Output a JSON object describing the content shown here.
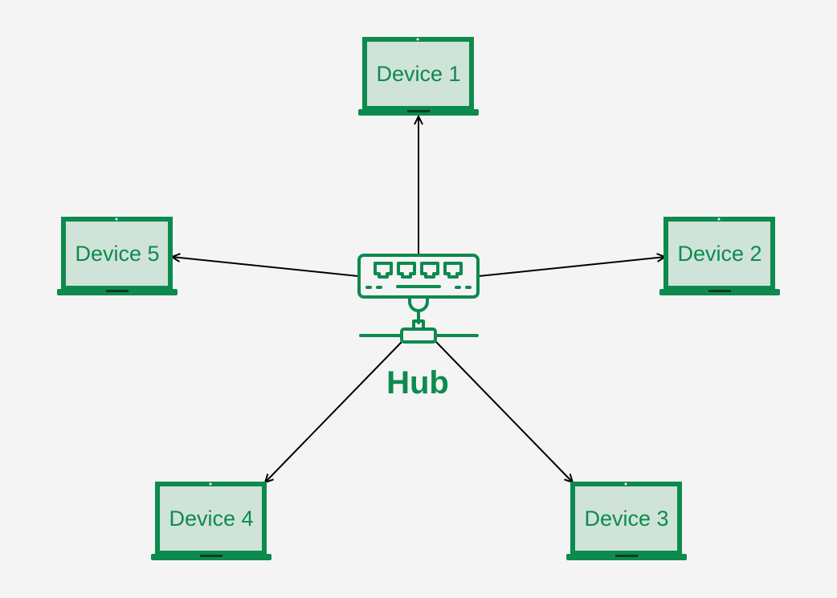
{
  "colors": {
    "background": "#f4f4f4",
    "accent": "#0d8a4e",
    "screen_fill": "#cfe3d9",
    "edge": "#000000"
  },
  "hub": {
    "label": "Hub",
    "icon": "network-hub-icon"
  },
  "devices": [
    {
      "id": "device-1",
      "label": "Device 1",
      "icon": "laptop-icon"
    },
    {
      "id": "device-2",
      "label": "Device 2",
      "icon": "laptop-icon"
    },
    {
      "id": "device-3",
      "label": "Device 3",
      "icon": "laptop-icon"
    },
    {
      "id": "device-4",
      "label": "Device 4",
      "icon": "laptop-icon"
    },
    {
      "id": "device-5",
      "label": "Device 5",
      "icon": "laptop-icon"
    }
  ],
  "edges": [
    {
      "from": "hub",
      "to": "device-1"
    },
    {
      "from": "hub",
      "to": "device-2"
    },
    {
      "from": "hub",
      "to": "device-3"
    },
    {
      "from": "hub",
      "to": "device-4"
    },
    {
      "from": "hub",
      "to": "device-5"
    }
  ]
}
